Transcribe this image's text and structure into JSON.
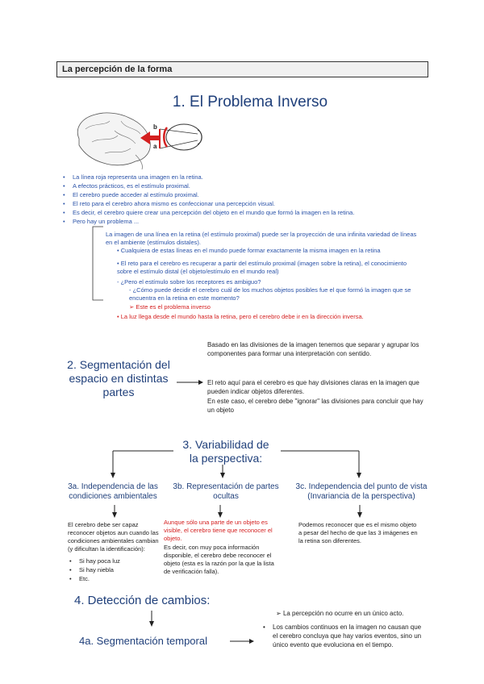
{
  "header": "La percepción de la forma",
  "s1": {
    "title": "1. El Problema Inverso",
    "label_b": "b",
    "label_a": "a",
    "bullets": [
      "La línea roja representa una imagen en la retina.",
      "A efectos prácticos, es el estímulo proximal.",
      "El cerebro puede acceder al estímulo proximal.",
      "El reto para el cerebro ahora mismo es confeccionar una percepción visual.",
      "Es decir, el cerebro quiere crear una percepción del objeto en el mundo que formó la imagen en la retina.",
      "Pero hay un problema ..."
    ],
    "box_intro": "La imagen de una línea en la retina (el estímulo proximal) puede ser la proyección de una infinita variedad de líneas en el ambiente (estímulos distales).",
    "box_b1": "Cualquiera de estas líneas en el mundo puede formar exactamente la misma imagen en la retina",
    "box_b2": "El reto para el cerebro es recuperar a partir del estímulo proximal (imagen sobre la retina), el conocimiento sobre el estímulo distal (el objeto/estímulo en el mundo real)",
    "box_q": "¿Pero el estímulo sobre los receptores es ambiguo?",
    "box_q2": "¿Cómo puede decidir el cerebro cuál de los muchos objetos posibles fue el que formó la imagen que se encuentra en la retina en este momento?",
    "box_arrow": "Este es el problema inverso",
    "box_last": "La luz llega desde el mundo hasta la retina, pero el cerebro debe ir en la dirección inversa."
  },
  "s2": {
    "title1": "2. Segmentación del",
    "title2": "espacio en distintas",
    "title3": "partes",
    "p1": "Basado en las divisiones de la imagen tenemos que separar y agrupar los componentes para formar una interpretación con sentido.",
    "p2": "El reto aquí para el cerebro es que hay divisiones claras en la imagen que pueden indicar objetos diferentes.",
    "p3": "En este caso, el cerebro debe \"ignorar\" las divisiones para concluir que hay un objeto"
  },
  "s3": {
    "title1": "3. Variabilidad de",
    "title2": "la perspectiva:",
    "a_title1": "3a. Independencia de las",
    "a_title2": "condiciones ambientales",
    "b_title1": "3b. Representación de partes",
    "b_title2": "ocultas",
    "c_title1": "3c. Independencia del punto de vista",
    "c_title2": "(Invariancia de la perspectiva)",
    "a_text": "El cerebro debe ser capaz reconocer objetos aun cuando las condiciones ambientales cambian (y dificultan la identificación):",
    "a_items": [
      "Si hay poca luz",
      "Si hay niebla",
      "Etc."
    ],
    "b_red": "Aunque sólo una parte de un objeto es visible, el cerebro tiene que reconocer el objeto.",
    "b_text": "Es decir, con muy poca información disponible, el cerebro debe reconocer el objeto (esta es la razón por la que la lista de verificación falla).",
    "c_text": "Podemos reconocer que es el mismo objeto a pesar del hecho de que las 3 imágenes en la retina son diferentes."
  },
  "s4": {
    "title": "4. Detección de cambios:",
    "sub": "4a. Segmentación temporal",
    "note": "La percepción no ocurre en un único acto.",
    "text": "Los cambios continuos en la imagen no causan que el cerebro concluya que hay varios eventos, sino un único evento que evoluciona en el tiempo."
  },
  "colors": {
    "title_blue": "#1f3f7a",
    "text_blue": "#2a52a8",
    "red": "#d42020"
  }
}
